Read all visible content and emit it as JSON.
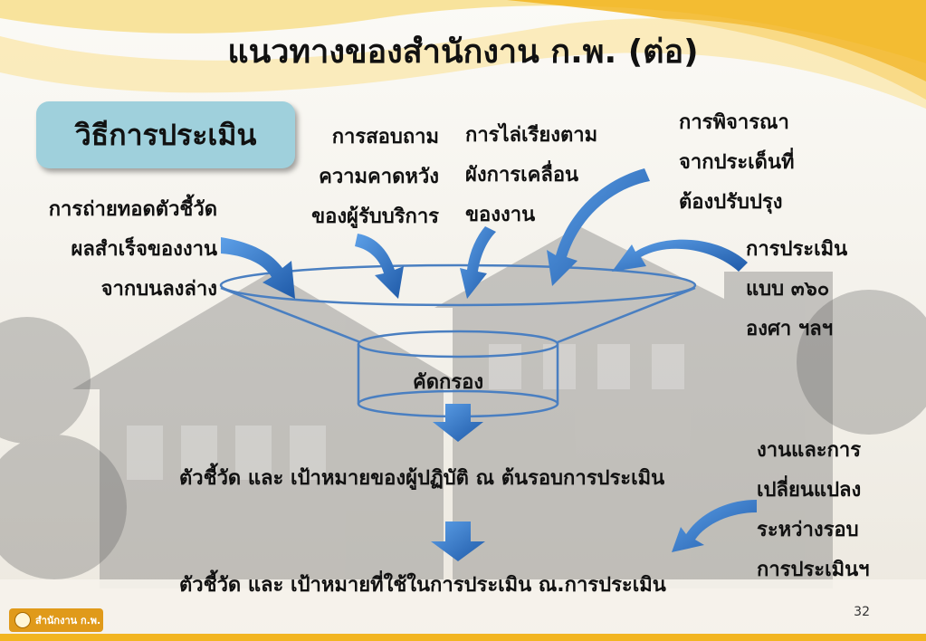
{
  "slide": {
    "title": "แนวทางของสำนักงาน ก.พ. (ต่อ)",
    "method_box": "วิธีการประเมิน",
    "inputs": {
      "left": [
        "การถ่ายทอดตัวชี้วัด",
        "ผลสำเร็จของงาน",
        "จากบนลงล่าง"
      ],
      "survey": [
        "การสอบถาม",
        "ความคาดหวัง",
        "ของผู้รับบริการ"
      ],
      "cascade": [
        "การไล่เรียงตาม",
        "ผังการเคลื่อน",
        "ของงาน"
      ],
      "improve": [
        "การพิจารณา",
        "จากประเด็นที่",
        "ต้องปรับปรุง"
      ],
      "degree360": [
        "การประเมิน",
        "แบบ ๓๖๐",
        "องศา ฯลฯ"
      ]
    },
    "filter_label": "คัดกรอง",
    "step1": "ตัวชี้วัด และ เป้าหมายของผู้ปฏิบัติ ณ ต้นรอบการประเมิน",
    "step2": "ตัวชี้วัด และ เป้าหมายที่ใช้ในการประเมิน ณ.การประเมิน",
    "changes": [
      "งานและการ",
      "เปลี่ยนแปลง",
      "ระหว่างรอบ",
      "การประเมินฯ"
    ],
    "page_number": "32",
    "logo_text": "สำนักงาน ก.พ."
  },
  "colors": {
    "accent_blue": "#2f6fbf",
    "method_box": "#9fd0dc",
    "funnel_line": "#4a7fc1",
    "gold": "#f2b520"
  }
}
